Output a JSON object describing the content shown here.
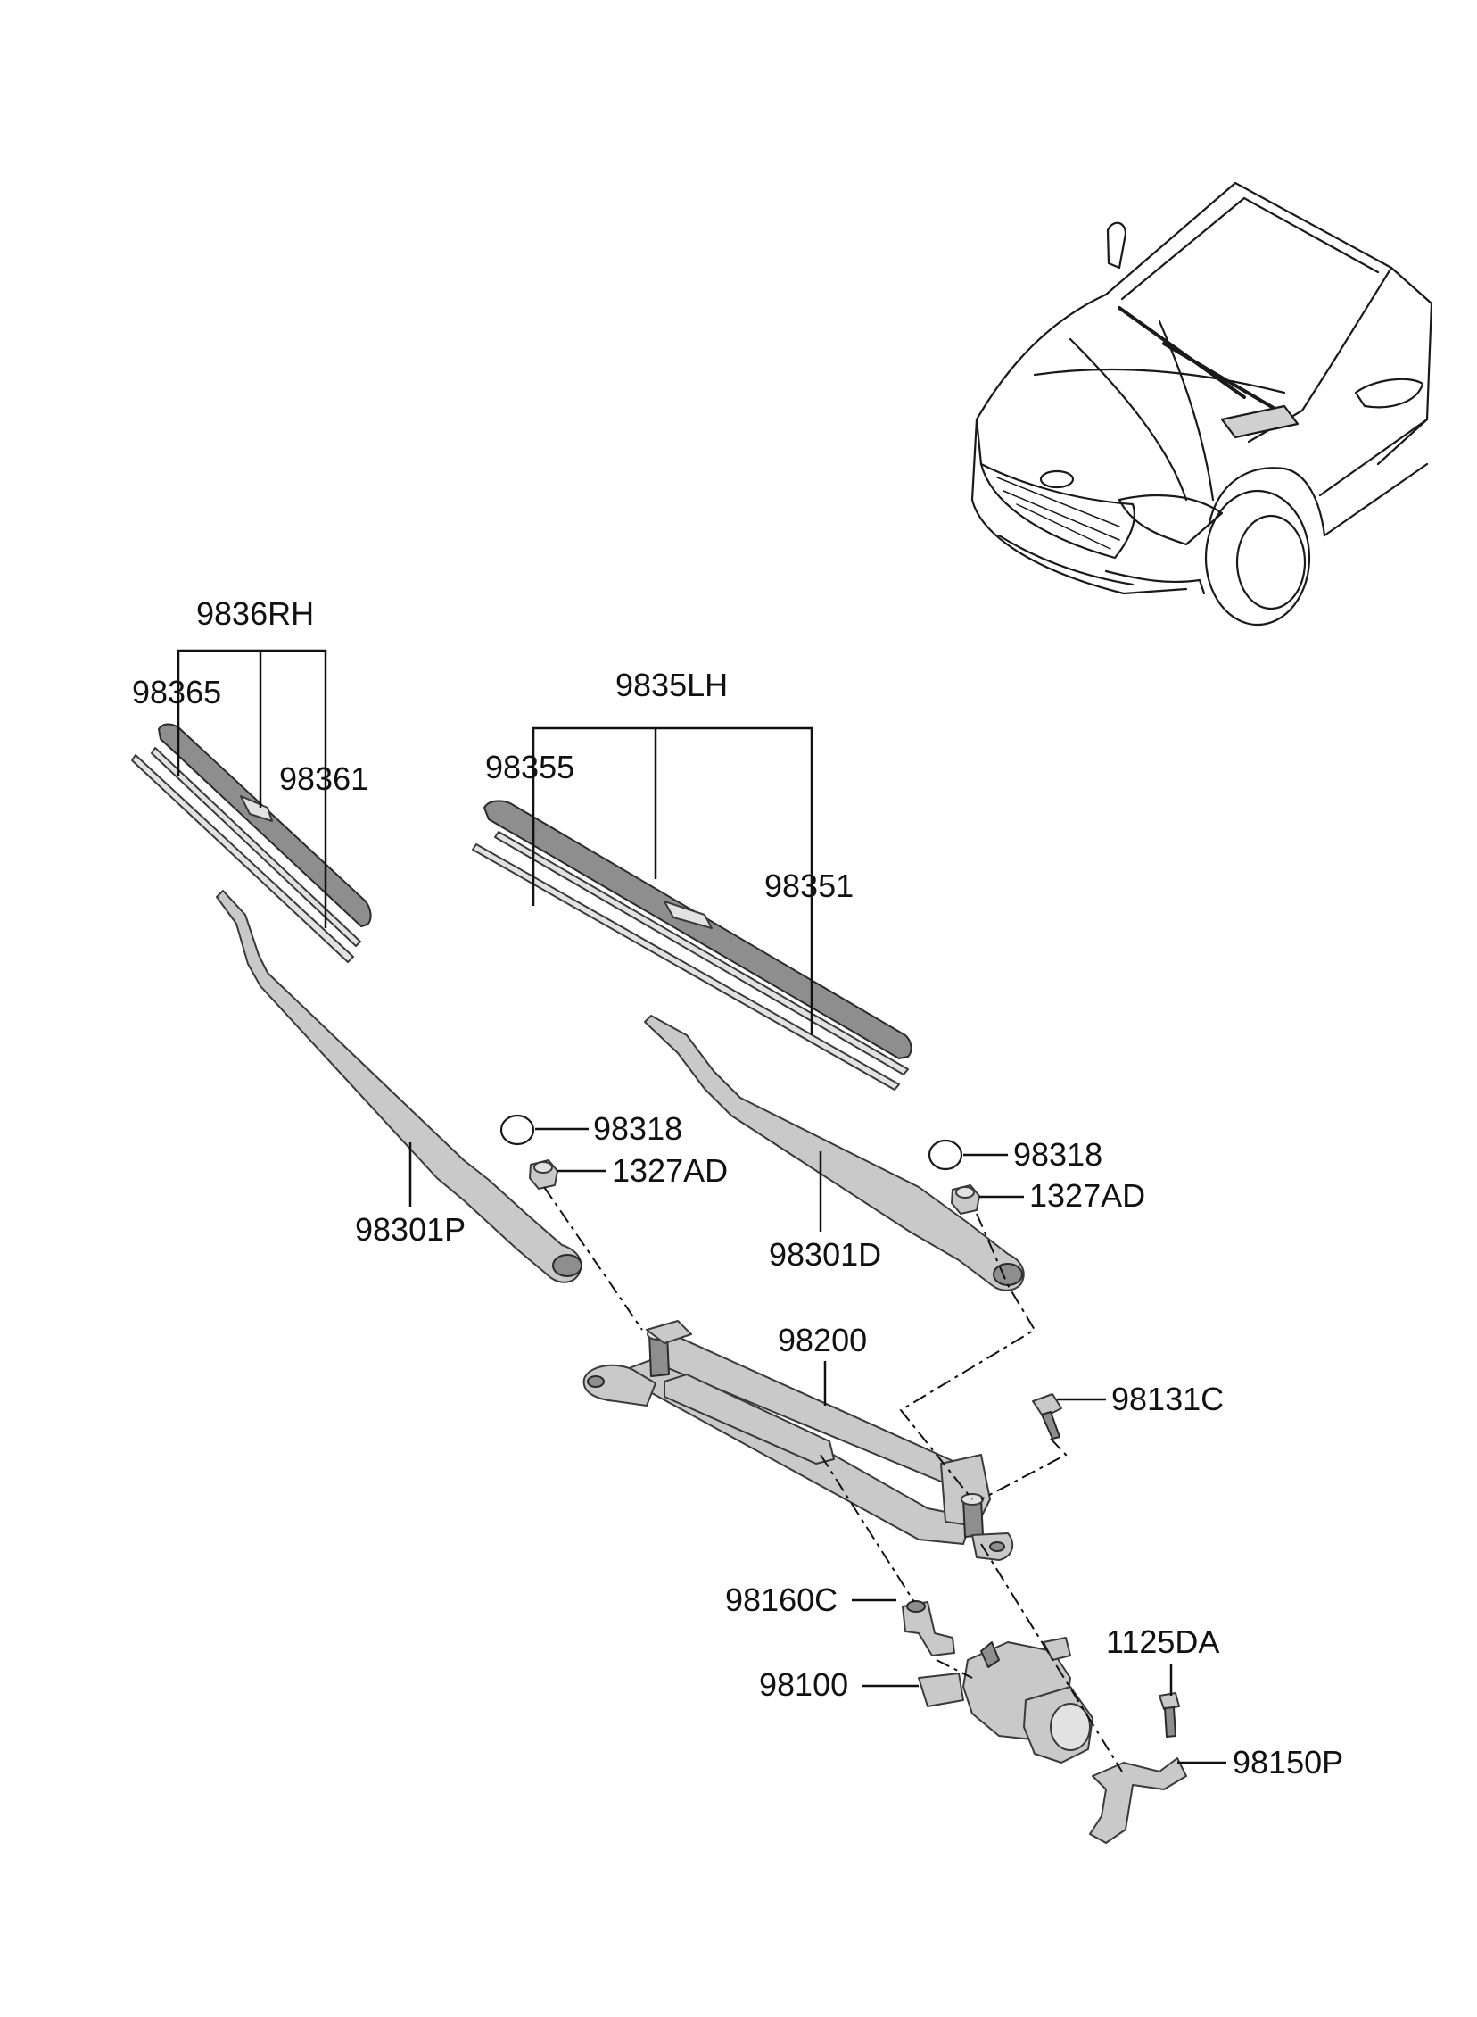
{
  "labels": {
    "rh_assembly": "9836RH",
    "rh_refill": "98365",
    "rh_blade": "98361",
    "lh_assembly": "9835LH",
    "lh_refill": "98355",
    "lh_blade": "98351",
    "cap_rh": "98318",
    "nut_rh": "1327AD",
    "arm_rh": "98301P",
    "cap_lh": "98318",
    "nut_lh": "1327AD",
    "arm_lh": "98301D",
    "linkage": "98200",
    "linkage_bolt": "98131C",
    "motor_bracket": "98160C",
    "motor": "98100",
    "bracket_bolt": "1125DA",
    "support_bracket": "98150P"
  }
}
